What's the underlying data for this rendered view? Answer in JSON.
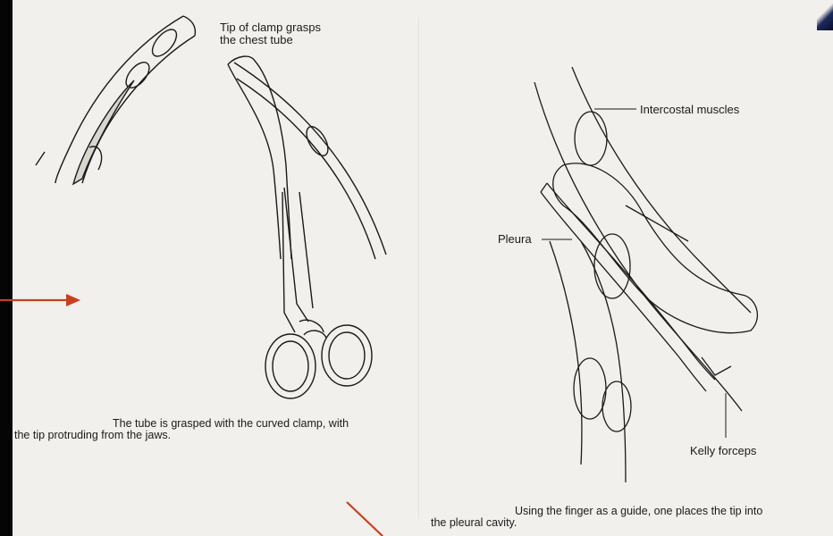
{
  "labels": {
    "tip_of_clamp_line1": "Tip of clamp grasps",
    "tip_of_clamp_line2": "the chest tube",
    "intercostal_muscles": "Intercostal muscles",
    "pleura": "Pleura",
    "kelly_forceps": "Kelly forceps"
  },
  "captions": {
    "left_line1": "The tube is grasped with the curved clamp, with",
    "left_line2": "the tip protruding from the jaws.",
    "right_line1": "Using the finger as a guide, one places the tip into",
    "right_line2": "the pleural cavity."
  },
  "colors": {
    "annotation_arrow": "#c8401e",
    "ink": "#1a1a1a",
    "paper": "#f1f0ec"
  }
}
